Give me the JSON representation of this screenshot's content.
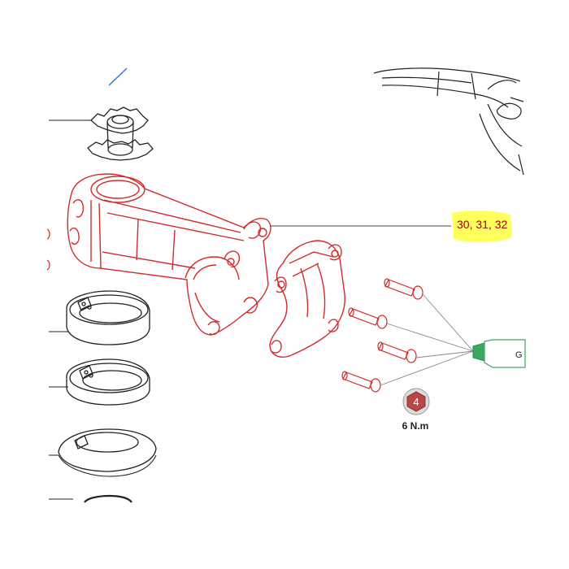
{
  "diagram": {
    "callout_parts": "30, 31, 32",
    "torque": {
      "icon_number": "4",
      "value": "6 N.m"
    },
    "grease_tube_label": "G",
    "colors": {
      "highlight": "#ffff4d",
      "red_part": "#d42a2a",
      "line": "#333333",
      "badge": "#b74848",
      "grease": "#3aa860"
    }
  }
}
